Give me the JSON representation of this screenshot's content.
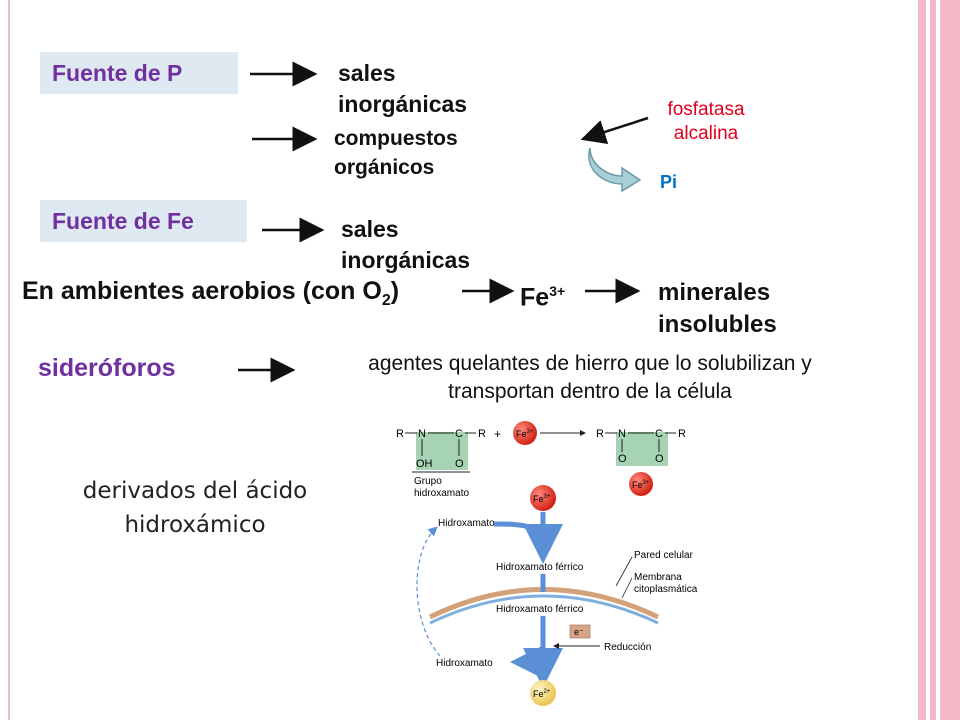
{
  "slide": {
    "fuente_p": "Fuente de P",
    "p_sales_1": "sales",
    "p_sales_2": "inorgánicas",
    "p_comp_1": "compuestos",
    "p_comp_2": "orgánicos",
    "enzyme_1": "fosfatasa",
    "enzyme_2": "alcalina",
    "pi": "Pi",
    "fuente_fe": "Fuente de Fe",
    "fe_sales_1": "sales",
    "fe_sales_2": "inorgánicas",
    "aerobic_prefix": "En ambientes aerobios (con O",
    "aerobic_sub": "2",
    "aerobic_suffix": ")",
    "fe3_base": "Fe",
    "fe3_sup": "3+",
    "minerales_1": "minerales",
    "minerales_2": "insolubles",
    "sideroforos": "sideróforos",
    "quelantes_1": "agentes quelantes de hierro que lo solubilizan  y",
    "quelantes_2": "transportan dentro de la célula",
    "derivados_1": "derivados del ácido",
    "derivados_2": "hidroxámico"
  },
  "diagram": {
    "r": "R",
    "n": "N",
    "c": "C",
    "oh": "OH",
    "o": "O",
    "plus": "+",
    "fe3_label": "Fe",
    "fe3_sup": "3+",
    "fe2_label": "Fe",
    "fe2_sup": "2+",
    "grupo_1": "Grupo",
    "grupo_2": "hidroxamato",
    "hidroxamato": "Hidroxamato",
    "hidroxamato_ferrico": "Hidroxamato férrico",
    "pared_celular": "Pared celular",
    "membrana_1": "Membrana",
    "membrana_2": "citoplasmática",
    "e_minus": "e⁻",
    "reduccion": "Reducción"
  },
  "colors": {
    "accent_purple": "#7030a0",
    "box_bg": "#dfe9f1",
    "enzyme_red": "#e0001b",
    "pi_blue": "#0070c0",
    "border_pink": "#f3b9c9",
    "flow_blue": "#5b8fd6",
    "membrane_tan": "#d4a27a",
    "membrane_blue": "#7fb0dd",
    "chelate_green": "#a6d3b4"
  }
}
